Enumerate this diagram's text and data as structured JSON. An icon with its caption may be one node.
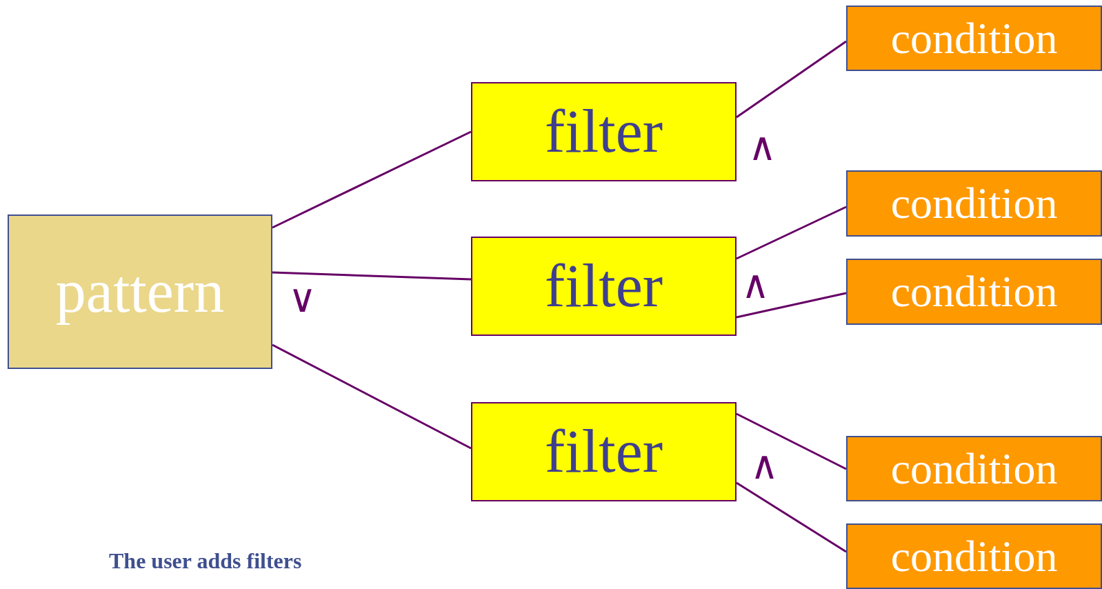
{
  "diagram": {
    "nodes": [
      {
        "text": [
          "pattern"
        ]
      },
      {
        "text": [
          "filter"
        ]
      },
      {
        "text": [
          "filter"
        ]
      },
      {
        "text": [
          "filter"
        ]
      },
      {
        "text": [
          "condition"
        ]
      },
      {
        "text": [
          "condition"
        ]
      },
      {
        "text": [
          "condition"
        ]
      },
      {
        "text": [
          "condition"
        ]
      },
      {
        "text": [
          "condition"
        ]
      }
    ],
    "edges": [
      {
        "from": 0,
        "to": 1,
        "arrow": "none"
      },
      {
        "from": 0,
        "to": 2,
        "arrow": "none"
      },
      {
        "from": 0,
        "to": 3,
        "arrow": "none"
      },
      {
        "from": 1,
        "to": 4,
        "arrow": "none"
      },
      {
        "from": 2,
        "to": 5,
        "arrow": "none"
      },
      {
        "from": 2,
        "to": 6,
        "arrow": "none"
      },
      {
        "from": 3,
        "to": 7,
        "arrow": "none"
      },
      {
        "from": 3,
        "to": 8,
        "arrow": "none"
      }
    ],
    "labels": [
      "∨",
      "∧",
      "∧",
      "∧",
      "The user adds filters"
    ]
  }
}
